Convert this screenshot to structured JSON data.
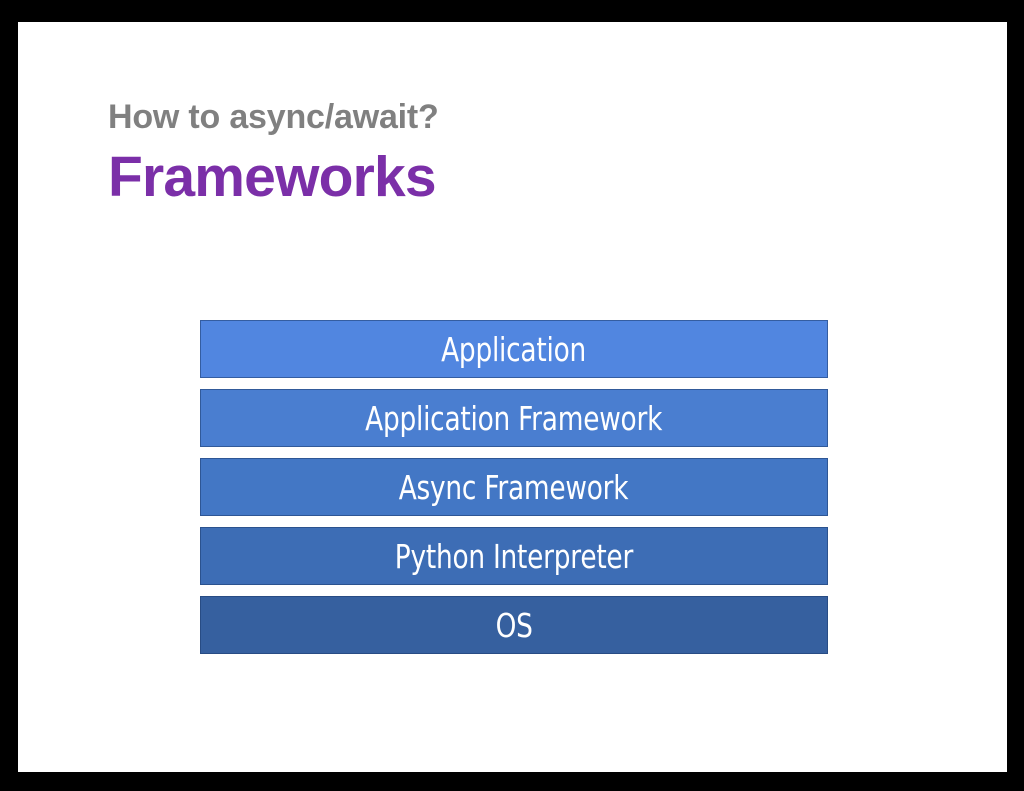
{
  "slide": {
    "kicker": "How to async/await?",
    "title": "Frameworks",
    "colors": {
      "frame": "#000000",
      "canvas": "#ffffff",
      "kicker_text": "#808080",
      "title_text": "#7b2fa8",
      "layer_text": "#ffffff",
      "layer_border": "#1e3c6e"
    }
  },
  "chart_data": {
    "type": "bar",
    "title": "Frameworks",
    "subtitle": "How to async/await?",
    "orientation": "stacked-layers",
    "xlabel": "",
    "ylabel": "",
    "legend": "none",
    "grid": false,
    "categories": [
      "Application",
      "Application Framework",
      "Async Framework",
      "Python Interpreter",
      "OS"
    ],
    "values": [
      1,
      1,
      1,
      1,
      1
    ],
    "colors": [
      "#5186e0",
      "#4a7ed0",
      "#4377c5",
      "#3d6db5",
      "#36609f"
    ]
  },
  "stack": {
    "layers": [
      {
        "label": "Application",
        "color": "#5186e0"
      },
      {
        "label": "Application Framework",
        "color": "#4a7ed0"
      },
      {
        "label": "Async Framework",
        "color": "#4377c5"
      },
      {
        "label": "Python Interpreter",
        "color": "#3d6db5"
      },
      {
        "label": "OS",
        "color": "#36609f"
      }
    ]
  }
}
